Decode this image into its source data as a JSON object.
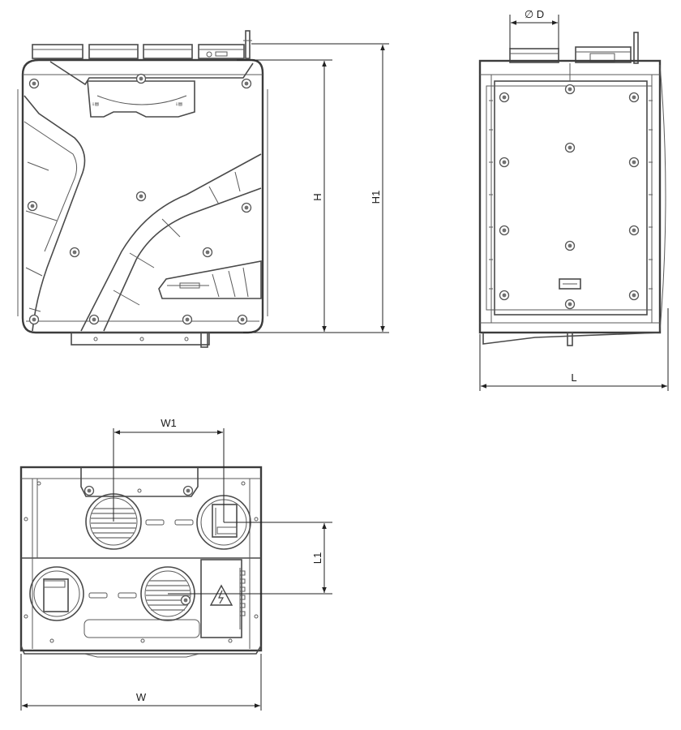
{
  "dimensions": {
    "front_height": "H",
    "front_total_height": "H1",
    "side_duct_diameter": "∅ D",
    "side_length": "L",
    "bottom_spigot_spacing": "W1",
    "bottom_spigot_offset": "L1",
    "bottom_width": "W"
  },
  "colors": {
    "line": "#4a4a4a",
    "dimension": "#222222"
  }
}
